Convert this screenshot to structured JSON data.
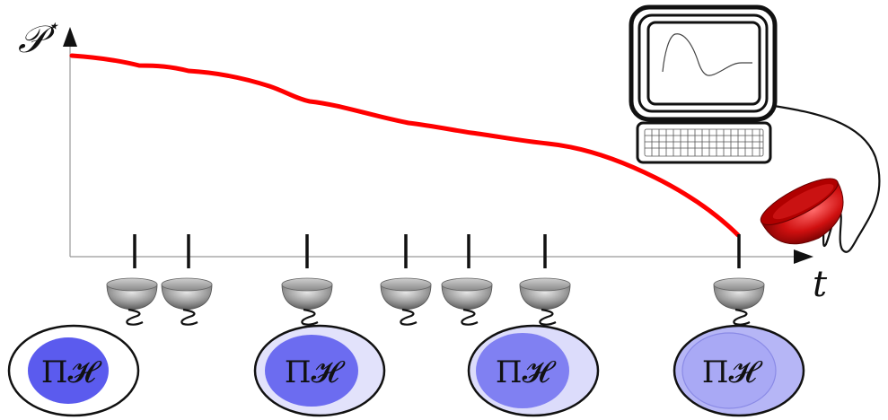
{
  "y_axis_label": "𝒫",
  "y_axis_superscript": "⋆",
  "x_axis_label": "t",
  "ellipse_label": "Π𝓗",
  "curve_color": "#ff0000",
  "measurement_event_count": 7,
  "ellipse_states": [
    {
      "outer_fill": "#ffffff",
      "inner_fill": "#5b5bee",
      "inner_outline": false
    },
    {
      "outer_fill": "#e2e2fb",
      "inner_fill": "#6c6cf0",
      "inner_outline": false
    },
    {
      "outer_fill": "#dcdcfb",
      "inner_fill": "#8080f2",
      "inner_outline": false
    },
    {
      "outer_fill": "#b6b6f6",
      "inner_fill": "#a9a9f5",
      "inner_outline": true
    }
  ],
  "icons": [
    "measurement-cup-icon",
    "computer-monitor-icon",
    "keyboard-icon",
    "red-cup-icon"
  ]
}
